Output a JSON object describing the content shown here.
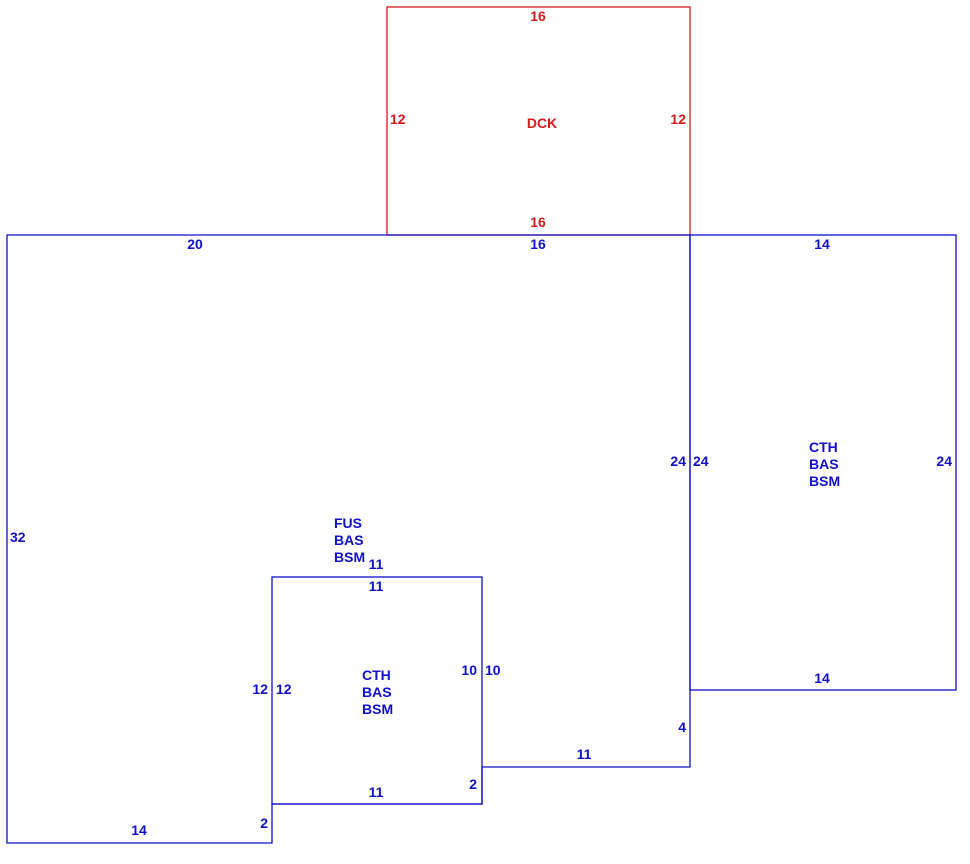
{
  "colors": {
    "main": "#1010c8",
    "deck": "#d41a1a"
  },
  "deck": {
    "code": "DCK",
    "dims": {
      "top": "16",
      "bottom": "16",
      "left": "12",
      "right": "12"
    }
  },
  "main_area": {
    "codes": [
      "FUS",
      "BAS",
      "BSM"
    ],
    "dims": {
      "top_left": "20",
      "top_right": "16",
      "left": "32",
      "right": "24",
      "right_lower": "4",
      "bottom_left": "14",
      "bottom_small": "2",
      "notch_top": "11",
      "notch_left": "12",
      "notch_right": "10",
      "step_bottom": "11"
    }
  },
  "cutout": {
    "codes": [
      "CTH",
      "BAS",
      "BSM"
    ],
    "dims": {
      "top": "11",
      "bottom": "11",
      "left": "12",
      "right": "10",
      "right_bottom": "2"
    }
  },
  "right_wing": {
    "codes": [
      "CTH",
      "BAS",
      "BSM"
    ],
    "dims": {
      "top": "14",
      "bottom": "14",
      "left": "24",
      "right": "24"
    }
  }
}
